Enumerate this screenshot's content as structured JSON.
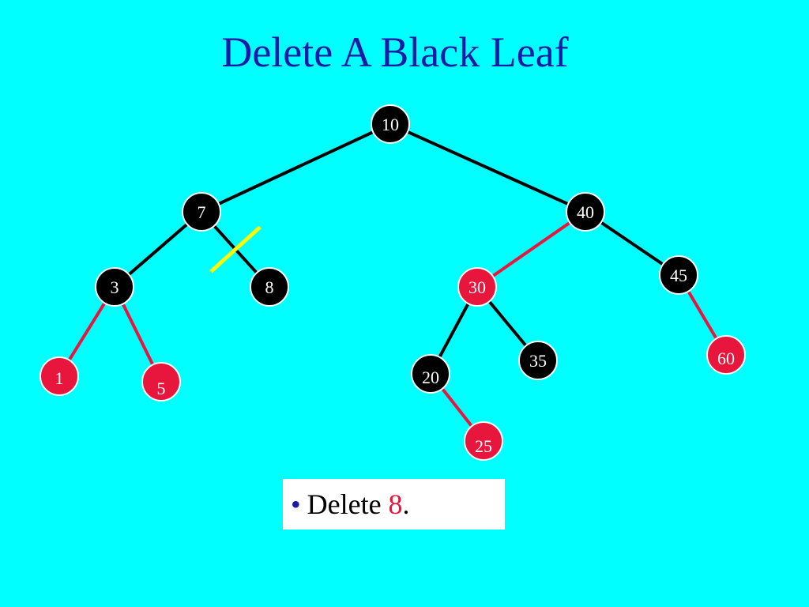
{
  "slide": {
    "title": "Delete A Black Leaf"
  },
  "colors": {
    "background": "#00ffff",
    "title": "#1a1aa6",
    "black_node": "#000000",
    "red_node": "#e8163c",
    "black_edge": "#000000",
    "red_edge": "#e8163c",
    "strike_mark": "#ffff00"
  },
  "tree": {
    "nodes": [
      {
        "key": "10",
        "color": "black"
      },
      {
        "key": "7",
        "color": "black"
      },
      {
        "key": "40",
        "color": "black"
      },
      {
        "key": "3",
        "color": "black"
      },
      {
        "key": "8",
        "color": "black"
      },
      {
        "key": "30",
        "color": "red"
      },
      {
        "key": "45",
        "color": "black"
      },
      {
        "key": "1",
        "color": "red"
      },
      {
        "key": "5",
        "color": "red"
      },
      {
        "key": "20",
        "color": "black"
      },
      {
        "key": "35",
        "color": "black"
      },
      {
        "key": "60",
        "color": "red"
      },
      {
        "key": "25",
        "color": "red"
      }
    ],
    "edges": [
      {
        "from": "10",
        "to": "7",
        "color": "black"
      },
      {
        "from": "10",
        "to": "40",
        "color": "black"
      },
      {
        "from": "7",
        "to": "3",
        "color": "black"
      },
      {
        "from": "7",
        "to": "8",
        "color": "black",
        "struck": true
      },
      {
        "from": "3",
        "to": "1",
        "color": "red"
      },
      {
        "from": "3",
        "to": "5",
        "color": "red"
      },
      {
        "from": "40",
        "to": "30",
        "color": "red"
      },
      {
        "from": "40",
        "to": "45",
        "color": "black"
      },
      {
        "from": "30",
        "to": "20",
        "color": "black"
      },
      {
        "from": "30",
        "to": "35",
        "color": "black"
      },
      {
        "from": "45",
        "to": "60",
        "color": "red"
      },
      {
        "from": "20",
        "to": "25",
        "color": "red"
      }
    ]
  },
  "bullet": {
    "symbol": "•",
    "text": "Delete",
    "key": "8",
    "end": "."
  }
}
